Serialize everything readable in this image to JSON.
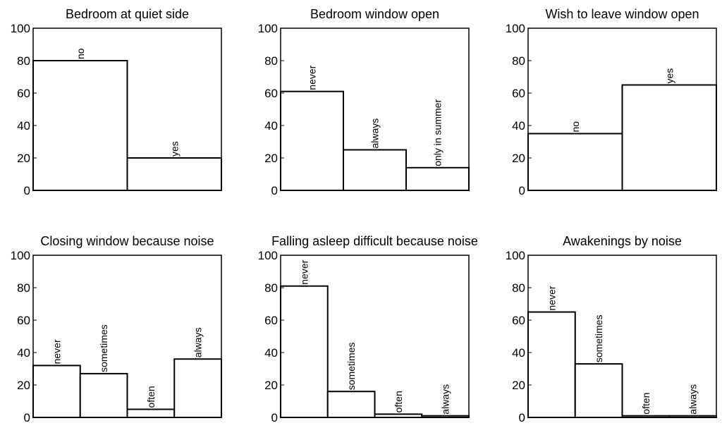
{
  "chart_data": [
    {
      "type": "bar",
      "title": "Bedroom at quiet side",
      "categories": [
        "no",
        "yes"
      ],
      "values": [
        80,
        20
      ],
      "ylim": [
        0,
        100
      ],
      "yticks": [
        "0",
        "20",
        "40",
        "60",
        "80",
        "100"
      ],
      "grid": false
    },
    {
      "type": "bar",
      "title": "Bedroom window open",
      "categories": [
        "never",
        "always",
        "only in summer"
      ],
      "values": [
        61,
        25,
        14
      ],
      "ylim": [
        0,
        100
      ],
      "yticks": [
        "0",
        "20",
        "40",
        "60",
        "80",
        "100"
      ],
      "grid": false
    },
    {
      "type": "bar",
      "title": "Wish to leave window open",
      "categories": [
        "no",
        "yes"
      ],
      "values": [
        35,
        65
      ],
      "ylim": [
        0,
        100
      ],
      "yticks": [
        "0",
        "20",
        "40",
        "60",
        "80",
        "100"
      ],
      "grid": false
    },
    {
      "type": "bar",
      "title": "Closing window because noise",
      "categories": [
        "never",
        "sometimes",
        "often",
        "always"
      ],
      "values": [
        32,
        27,
        5,
        36
      ],
      "ylim": [
        0,
        100
      ],
      "yticks": [
        "0",
        "20",
        "40",
        "60",
        "80",
        "100"
      ],
      "grid": false
    },
    {
      "type": "bar",
      "title": "Falling asleep difficult because noise",
      "categories": [
        "never",
        "sometimes",
        "often",
        "always"
      ],
      "values": [
        81,
        16,
        2,
        1
      ],
      "ylim": [
        0,
        100
      ],
      "yticks": [
        "0",
        "20",
        "40",
        "60",
        "80",
        "100"
      ],
      "grid": false
    },
    {
      "type": "bar",
      "title": "Awakenings by noise",
      "categories": [
        "never",
        "sometimes",
        "often",
        "always"
      ],
      "values": [
        65,
        33,
        1,
        1
      ],
      "ylim": [
        0,
        100
      ],
      "yticks": [
        "0",
        "20",
        "40",
        "60",
        "80",
        "100"
      ],
      "grid": false
    }
  ]
}
